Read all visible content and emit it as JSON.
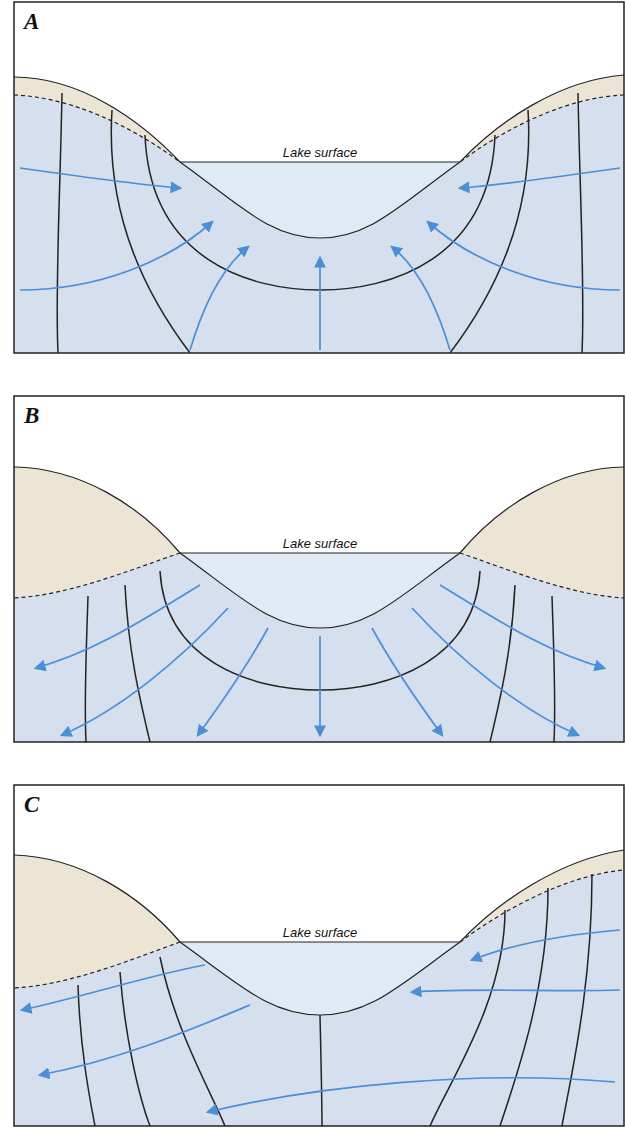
{
  "diagram": {
    "labels": [
      "A",
      "Lake surface",
      "B",
      "Lake surface",
      "C",
      "Lake surface"
    ]
  }
}
